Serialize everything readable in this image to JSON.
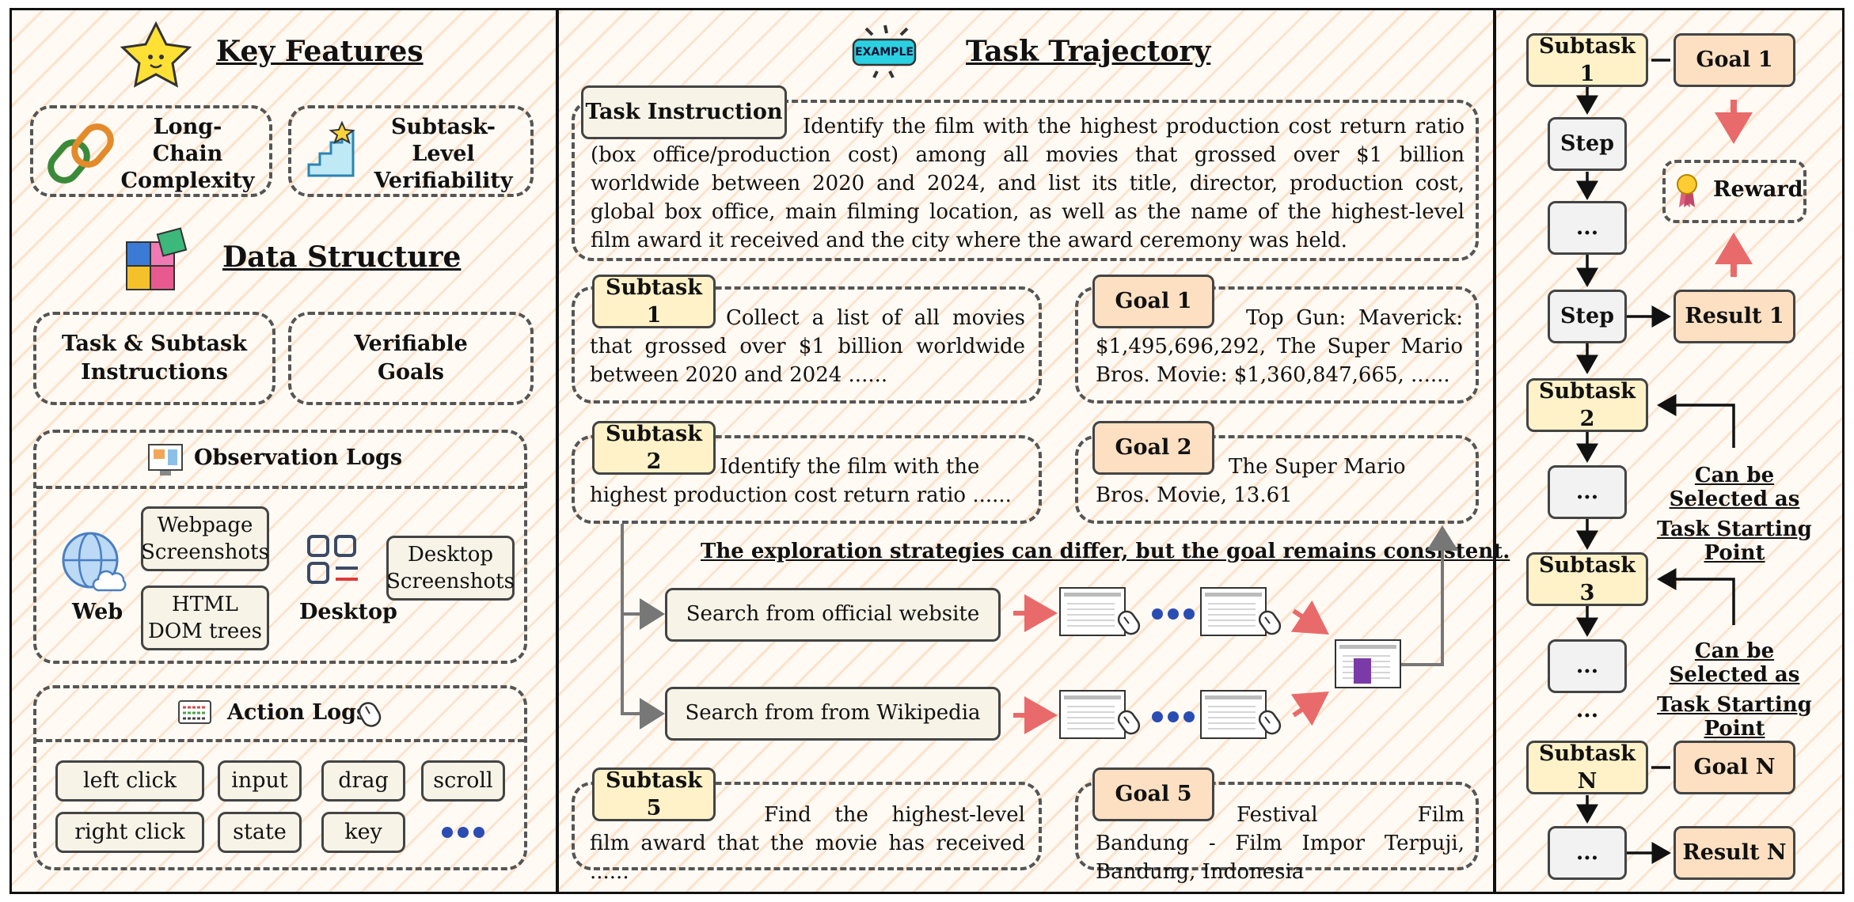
{
  "left": {
    "key_features_title": "Key Features",
    "features": [
      "Long-Chain\nComplexity",
      "Subtask-Level\nVerifiability"
    ],
    "data_structure_title": "Data Structure",
    "structure_boxes": [
      "Task & Subtask\nInstructions",
      "Verifiable\nGoals"
    ],
    "observation_title": "Observation Logs",
    "web_label": "Web",
    "web_items": [
      "Webpage\nScreenshots",
      "HTML\nDOM trees"
    ],
    "desktop_label": "Desktop",
    "desktop_item": "Desktop\nScreenshots",
    "action_title": "Action Logs",
    "actions": [
      "left click",
      "input",
      "drag",
      "scroll",
      "right click",
      "state",
      "key"
    ]
  },
  "middle": {
    "title": "Task Trajectory",
    "example_badge": "EXAMPLE",
    "task_instruction_label": "Task Instruction",
    "task_instruction_text": "Identify the film with the highest production cost return ratio (box office/production cost) among all movies that grossed over $1 billion worldwide between 2020 and 2024, and list its title, director, production cost, global box office, main filming location, as well as the name of the highest-level film award it received and the city where the award ceremony was held.",
    "subtask1_label": "Subtask 1",
    "subtask1_text": "Collect a list of all movies that grossed over $1 billion worldwide between 2020 and 2024 ......",
    "goal1_label": "Goal 1",
    "goal1_text": "Top Gun: Maverick: $1,495,696,292, The Super Mario Bros. Movie: $1,360,847,665, ......",
    "subtask2_label": "Subtask 2",
    "subtask2_text": "Identify the film with the highest production cost return ratio ......",
    "goal2_label": "Goal 2",
    "goal2_text": "The Super Mario Bros. Movie, 13.61",
    "strategy_note": "The exploration strategies can differ, but the goal remains consistent.",
    "search1": "Search from official website",
    "search2": "Search from from Wikipedia",
    "subtask5_label": "Subtask 5",
    "subtask5_text": "Find the highest-level film award that the movie has received ......",
    "goal5_label": "Goal 5",
    "goal5_text": "Festival Film Bandung - Film Impor Terpuji, Bandung, Indonesia"
  },
  "right": {
    "subtask1": "Subtask 1",
    "goal1": "Goal 1",
    "step1": "Step",
    "ellipsis": "...",
    "reward": "Reward",
    "step2": "Step",
    "result1": "Result 1",
    "subtask2": "Subtask 2",
    "selectable_line1": "Can be Selected as",
    "selectable_line2": "Task Starting Point",
    "subtask3": "Subtask 3",
    "vertical_dots": "...",
    "subtaskN": "Subtask N",
    "goalN": "Goal N",
    "resultN": "Result N"
  },
  "colors": {
    "subtask_fill": "#fff2c9",
    "goal_fill": "#fde0c2",
    "neutral_fill": "#f7f3e7",
    "arrow_red": "#e96a6a",
    "accent_blue": "#2a4db3"
  }
}
